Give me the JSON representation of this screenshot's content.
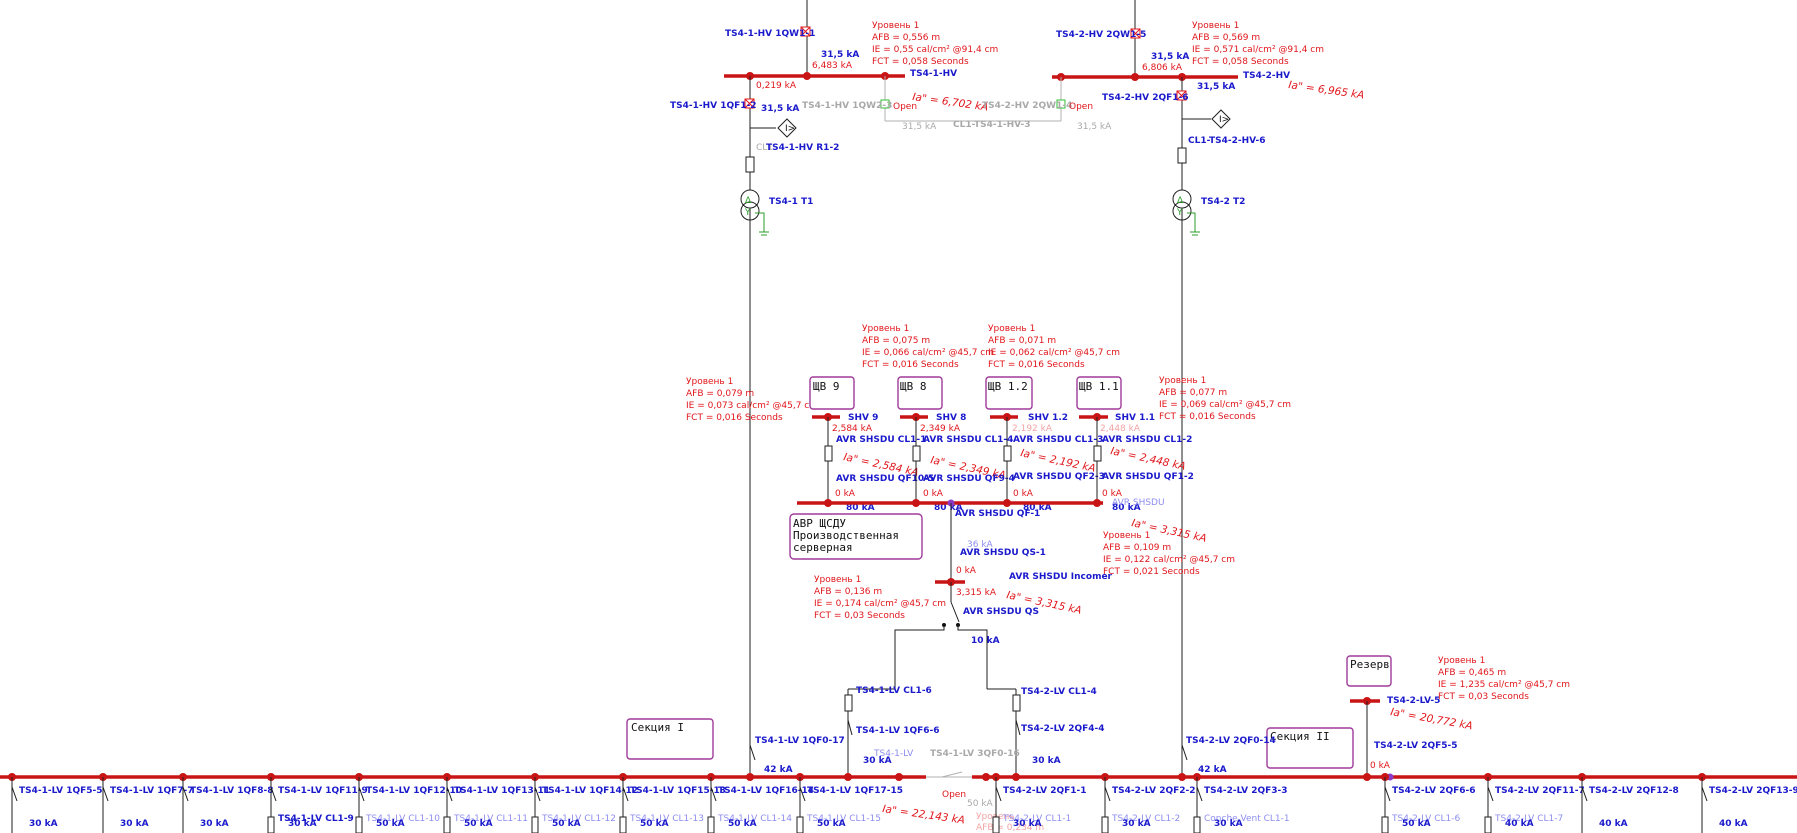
{
  "hv": {
    "ts41": {
      "breaker_in": "TS4-1-HV 1QW1-1",
      "bus_name": "TS4-1-HV",
      "sc_rating": "31,5 kA",
      "sc_current": "6,483 kA",
      "left_current": "0,219 kA",
      "ia": "Ia\" = 6,702 kA",
      "arc": [
        "Уровень 1",
        "AFB = 0,556 m",
        "IE  = 0,55 cal/cm² @91,4 cm",
        "FCT = 0,058 Seconds"
      ],
      "qf": "TS4-1-HV 1QF1-2",
      "qf_rating": "31,5 kA",
      "relay_label": "TS4-1-HV R1-2",
      "cl_label": "CL1",
      "transformer": "TS4-1 T1"
    },
    "tie": {
      "left_breaker": "TS4-1-HV 1QW2-3",
      "left_state": "Open",
      "right_breaker": "TS4-2-HV 2QW1-4",
      "right_state": "Open",
      "cable": "CL1-TS4-1-HV-3",
      "left_rating": "31,5 kA",
      "right_rating": "31,5 kA"
    },
    "ts42": {
      "breaker_in": "TS4-2-HV 2QW1-5",
      "bus_name": "TS4-2-HV",
      "sc_rating": "31,5 kA",
      "sc_current": "6,806 kA",
      "ia": "Ia\" = 6,965 kA",
      "arc": [
        "Уровень 1",
        "AFB = 0,569 m",
        "IE  = 0,571 cal/cm² @91,4 cm",
        "FCT = 0,058 Seconds"
      ],
      "qf": "TS4-2-HV 2QF1-6",
      "qf_rating": "31,5 kA",
      "cl_label": "CL1-TS4-2-HV-6",
      "transformer": "TS4-2 T2"
    }
  },
  "shv": {
    "boxes": [
      "ЩВ 9",
      "ЩВ 8",
      "ЩВ 1.2",
      "ЩВ 1.1"
    ],
    "buses": [
      "SHV 9",
      "SHV 8",
      "SHV 1.2",
      "SHV 1.1"
    ],
    "currents": [
      "2,584 kA",
      "2,349 kA",
      "2,192 kA",
      "2,448 kA"
    ],
    "cables": [
      "AVR SHSDU CL1-1",
      "AVR SHSDU CL1-4",
      "AVR SHSDU CL1-3",
      "AVR SHSDU CL1-2"
    ],
    "ia": [
      "Ia\" = 2,584 kA",
      "Ia\" = 2,349 kA",
      "Ia\" = 2,192 kA",
      "Ia\" = 2,448 kA"
    ],
    "breakers": [
      "AVR SHSDU QF10-5",
      "AVR SHSDU QF9-4",
      "AVR SHSDU QF2-3",
      "AVR SHSDU QF1-2"
    ],
    "zero": [
      "0 kA",
      "0 kA",
      "0 kA",
      "0 kA"
    ],
    "ratings": [
      "80 kA",
      "80 kA",
      "80 kA",
      "80 kA"
    ],
    "arc_left": [
      "Уровень 1",
      "AFB = 0,079 m",
      "IE  = 0,073 cal/cm² @45,7 cm",
      "FCT = 0,016 Seconds"
    ],
    "arc_shv8": [
      "Уровень 1",
      "AFB = 0,075 m",
      "IE  = 0,066 cal/cm² @45,7 cm",
      "FCT = 0,016 Seconds"
    ],
    "arc_shv12": [
      "Уровень 1",
      "AFB = 0,071 m",
      "IE  = 0,062 cal/cm² @45,7 cm",
      "FCT = 0,016 Seconds"
    ],
    "arc_right": [
      "Уровень 1",
      "AFB = 0,077 m",
      "IE  = 0,069 cal/cm² @45,7 cm",
      "FCT = 0,016 Seconds"
    ]
  },
  "avr": {
    "box_lines": [
      "АВР ЩСДУ",
      "Производственная",
      "серверная"
    ],
    "bus_name": "AVR SHSDU",
    "qf": "AVR SHSDU QF-1",
    "ia_bus": "Ia\" = 3,315 kA",
    "arc_bus": [
      "Уровень 1",
      "AFB = 0,109 m",
      "IE  = 0,122 cal/cm² @45,7 cm",
      "FCT = 0,021 Seconds"
    ],
    "qs1_rating": "36 kA",
    "qs1": "AVR SHSDU QS-1",
    "qs1_current": "0 kA",
    "incomer": "AVR SHSDU Incomer",
    "incomer_current": "3,315 kA",
    "ia_incomer": "Ia\" = 3,315 kA",
    "qs": "AVR SHSDU QS",
    "qs_rating": "10 kA",
    "arc_incomer": [
      "Уровень 1",
      "AFB = 0,136 m",
      "IE  = 0,174 cal/cm² @45,7 cm",
      "FCT = 0,03 Seconds"
    ]
  },
  "feeders": {
    "lv1_cl": "TS4-1-LV CL1-6",
    "lv1_qf": "TS4-1-LV 1QF6-6",
    "lv2_cl": "TS4-2-LV CL1-4",
    "lv2_qf": "TS4-2-LV 2QF4-4",
    "reserve_box": "Резерв",
    "reserve_bus": "TS4-2-LV-5",
    "reserve_ia": "Ia\" = 20,772 kA",
    "reserve_qf": "TS4-2-LV 2QF5-5",
    "reserve_zero": "0 kA",
    "reserve_arc": [
      "Уровень 1",
      "AFB = 0,465 m",
      "IE  = 1,235 cal/cm² @45,7 cm",
      "FCT = 0,03 Seconds"
    ]
  },
  "lv": {
    "section1": "Секция I",
    "section2": "Секция II",
    "incomer1": "TS4-1-LV 1QF0-17",
    "incomer1_rating": "42 kA",
    "incomer2": "TS4-2-LV 2QF0-14",
    "incomer2_rating": "42 kA",
    "lv1_rating": "30 kA",
    "lv1_label": "TS4-1-LV",
    "tie_label": "TS4-1-LV 3QF0-16",
    "tie_state": "Open",
    "tie_rating": "50 kA",
    "lv2_rating": "30 kA",
    "ia_bottom": "Ia\" = 22,143 kA",
    "bottom_level": "Уровень",
    "bottom_afb": "AFB = 0,234 m",
    "feeders": [
      {
        "qf": "TS4-1-LV 1QF5-5",
        "cl": "",
        "kA": "30 kA"
      },
      {
        "qf": "TS4-1-LV 1QF7-7",
        "cl": "",
        "kA": "30 kA"
      },
      {
        "qf": "TS4-1-LV 1QF8-8",
        "cl": "",
        "kA": "30 kA"
      },
      {
        "qf": "TS4-1-LV 1QF11-9",
        "cl": "TS4-1-LV CL1-9",
        "kA": "30 kA"
      },
      {
        "qf": "TS4-1-LV 1QF12-10",
        "cl": "TS4-1-LV CL1-10",
        "kA": "50 kA"
      },
      {
        "qf": "TS4-1-LV 1QF13-11",
        "cl": "TS4-1-LV CL1-11",
        "kA": "50 kA"
      },
      {
        "qf": "TS4-1-LV 1QF14-12",
        "cl": "TS4-1-LV CL1-12",
        "kA": "50 kA"
      },
      {
        "qf": "TS4-1-LV 1QF15-13",
        "cl": "TS4-1-LV CL1-13",
        "kA": "50 kA"
      },
      {
        "qf": "TS4-1-LV 1QF16-14",
        "cl": "TS4-1-LV CL1-14",
        "kA": "50 kA"
      },
      {
        "qf": "TS4-1-LV 1QF17-15",
        "cl": "TS4-1-LV CL1-15",
        "kA": "50 kA"
      },
      {
        "qf": "TS4-2-LV 2QF1-1",
        "cl": "TS4-2-LV CL1-1",
        "kA": "30 kA"
      },
      {
        "qf": "TS4-2-LV 2QF2-2",
        "cl": "TS4-2-LV CL1-2",
        "kA": "30 kA"
      },
      {
        "qf": "TS4-2-LV 2QF3-3",
        "cl": "Conche Vent CL1-1",
        "kA": "30 kA"
      },
      {
        "qf": "TS4-2-LV 2QF6-6",
        "cl": "TS4-2-LV CL1-6",
        "kA": "50 kA"
      },
      {
        "qf": "TS4-2-LV 2QF11-7",
        "cl": "TS4-2-LV CL1-7",
        "kA": "40 kA"
      },
      {
        "qf": "TS4-2-LV 2QF12-8",
        "cl": "",
        "kA": "40 kA"
      },
      {
        "qf": "TS4-2-LV 2QF13-9",
        "cl": "",
        "kA": "40 kA"
      }
    ]
  },
  "colors": {
    "bus": "#c81414",
    "device_label": "#1a1acc",
    "arc_text": "#e0161b",
    "disabled": "#a9a9a9",
    "box_border": "#a03a9a"
  }
}
